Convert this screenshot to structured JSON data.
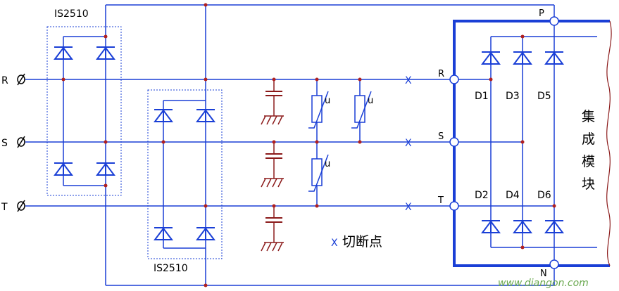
{
  "colors": {
    "wire": "#1a3fd6",
    "ground": "#8b1a1a",
    "cut": "#1a3fd6",
    "watermark": "#6aa84f"
  },
  "labels": {
    "bridge_top": "IS2510",
    "bridge_bottom": "IS2510",
    "in_r": "R",
    "in_s": "S",
    "in_t": "T",
    "mod_r": "R",
    "mod_s": "S",
    "mod_t": "T",
    "p": "P",
    "n": "N",
    "d1": "D1",
    "d2": "D2",
    "d3": "D3",
    "d4": "D4",
    "d5": "D5",
    "d6": "D6",
    "varistor_1": "u",
    "varistor_2": "u",
    "varistor_3": "u",
    "module_c1": "集",
    "module_c2": "成",
    "module_c3": "模",
    "module_c4": "块",
    "cut_legend": "切断点",
    "cut_mark": "X",
    "watermark": "www.diangon.com"
  }
}
